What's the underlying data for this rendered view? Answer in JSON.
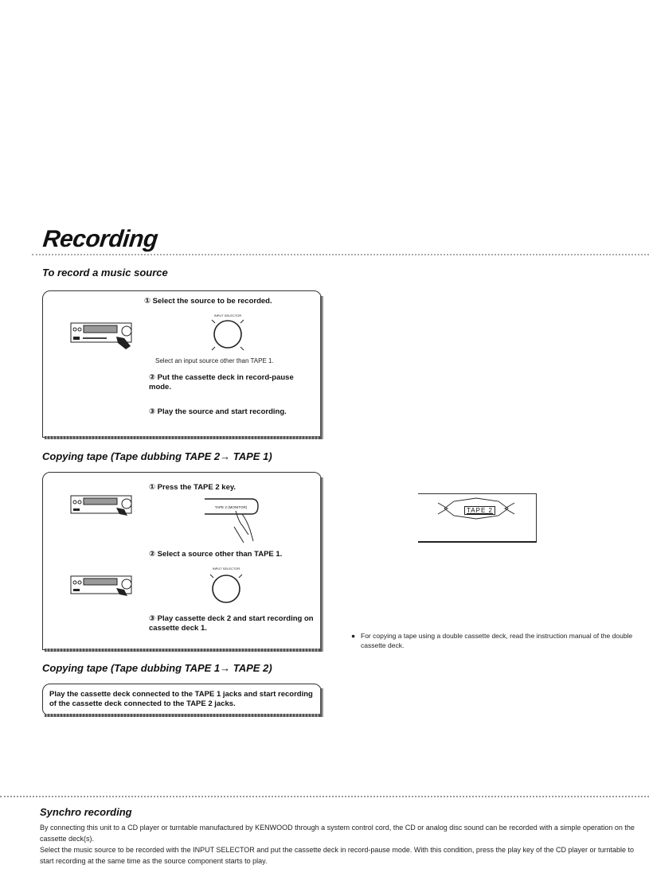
{
  "page": {
    "title": "Recording"
  },
  "record_music_source": {
    "heading": "To record a music source",
    "step1": "① Select the source to be recorded.",
    "knob_label": "INPUT SELECTOR",
    "step1_note": "Select an input source other than TAPE 1.",
    "step2": "② Put the cassette deck in record-pause mode.",
    "step3": "③ Play the source and start recording."
  },
  "copy_tape_2_to_1": {
    "heading": "Copying tape (Tape dubbing TAPE 2→ TAPE 1)",
    "step1": "① Press the TAPE 2 key.",
    "key_label": "TAPE 2 (MONITOR)",
    "step2": "② Select a source other than TAPE 1.",
    "knob_label": "INPUT SELECTOR",
    "step3": "③ Play cassette deck 2 and start recording on cassette deck 1."
  },
  "copy_tape_1_to_2": {
    "heading": "Copying tape (Tape dubbing TAPE 1→ TAPE 2)",
    "instruction": "Play the cassette deck connected to the TAPE 1 jacks and start recording of the cassette deck connected to the TAPE 2 jacks."
  },
  "display": {
    "indicator": "TAPE 2"
  },
  "side_note": {
    "bullet": "●",
    "text": "For copying a tape using a double cassette deck, read the instruction manual of the double cassette deck."
  },
  "synchro": {
    "heading": "Synchro recording",
    "para1": "By connecting this unit to a CD player or turntable manufactured by KENWOOD through a system control cord, the CD or analog disc sound can be recorded with a simple operation on the cassette deck(s).",
    "para2": "Select the music source to be recorded with the INPUT SELECTOR and put the cassette deck in record-pause mode. With this condition, press the play key of the CD player or turntable to start recording at the same time as the source component starts to play."
  }
}
